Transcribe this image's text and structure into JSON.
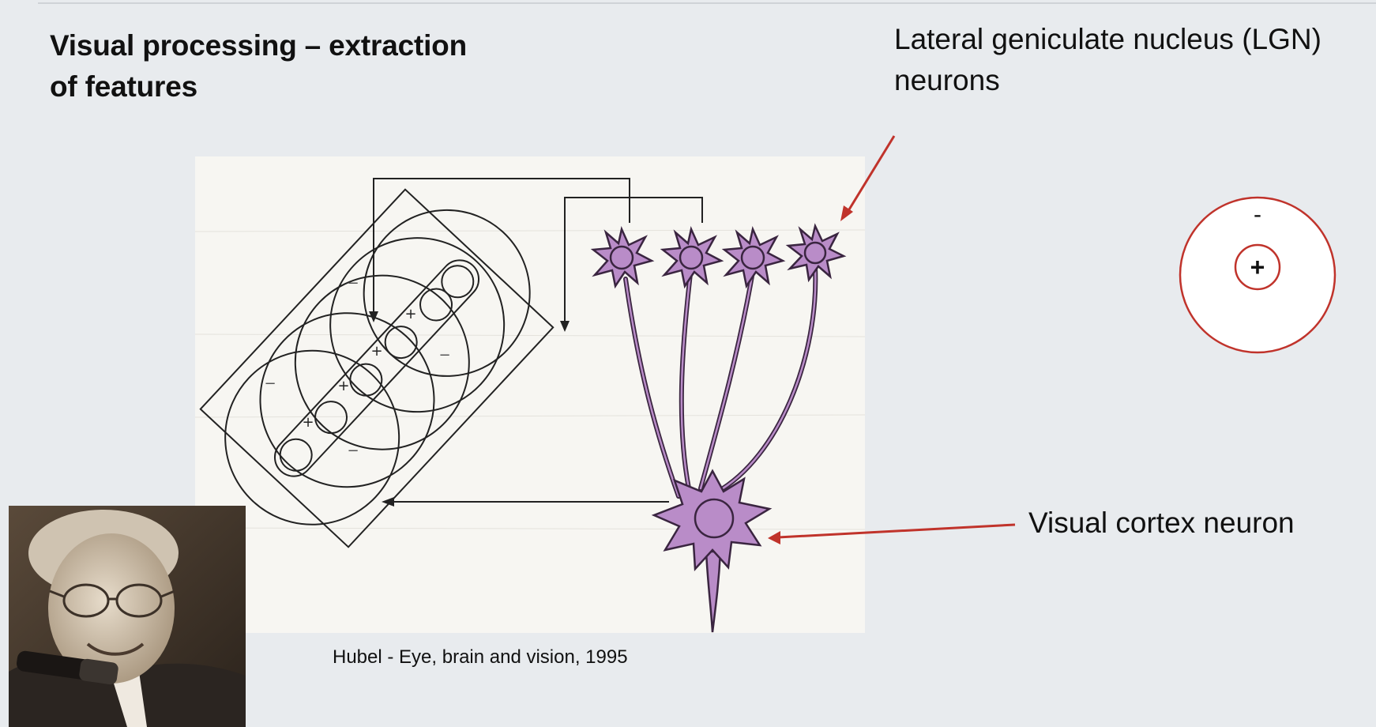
{
  "slide": {
    "title_line1": "Visual processing – extraction",
    "title_line2": "of features",
    "lgn_label_line1": "Lateral geniculate nucleus (LGN)",
    "lgn_label_line2": "neurons",
    "cortex_label": "Visual cortex neuron",
    "caption": "Hubel - Eye, brain and vision, 1995"
  },
  "receptive_field": {
    "surround_sign": "-",
    "center_sign": "+"
  },
  "diagram": {
    "center_sign": "+",
    "surround_sign": "−"
  },
  "colors": {
    "background": "#e8ebee",
    "arrow": "#c0332b",
    "neuron_fill": "#b98cc8",
    "neuron_stroke": "#3a2540",
    "figure_bg": "#f7f6f2"
  }
}
